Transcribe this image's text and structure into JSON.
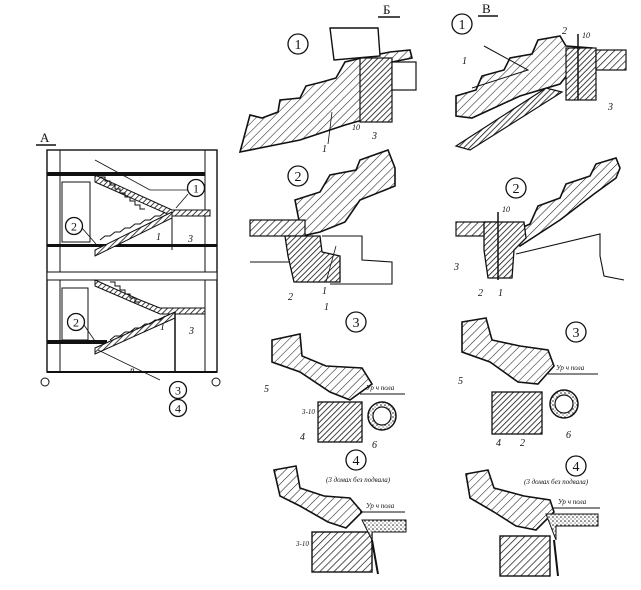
{
  "section_letters": {
    "a": "A",
    "b": "Б",
    "v": "В"
  },
  "left_overview": {
    "callouts": [
      "1",
      "2",
      "2",
      "3",
      "4"
    ],
    "labels": {
      "n1": "1",
      "n3a": "3",
      "n1b": "1",
      "n3b": "3",
      "n": "n"
    }
  },
  "column_b": {
    "d1": {
      "circle": "1",
      "labels": [
        "1",
        "10",
        "3"
      ]
    },
    "d2": {
      "circle": "2",
      "labels": [
        "2",
        "1",
        "1"
      ]
    },
    "d3": {
      "circle": "3",
      "labels": [
        "5",
        "4",
        "6"
      ],
      "level_note": "Ур ч пола",
      "dim": "3-10"
    },
    "d4": {
      "circle": "4",
      "note": "(3 домах без подвала)",
      "level_note": "Ур ч пола",
      "dim": "3-10"
    }
  },
  "column_v": {
    "d1": {
      "circle": "1",
      "labels": [
        "1",
        "2",
        "10",
        "3"
      ]
    },
    "d2": {
      "circle": "2",
      "labels": [
        "10",
        "3",
        "2",
        "1"
      ]
    },
    "d3": {
      "circle": "3",
      "labels": [
        "5",
        "4",
        "2",
        "6"
      ],
      "level_note": "Ур ч пола"
    },
    "d4": {
      "circle": "4",
      "note": "(3 домах без подвала)",
      "level_note": "Ур ч пола"
    }
  },
  "colors": {
    "ink": "#111111",
    "hatch": "#1a1a1a",
    "paper": "#ffffff"
  }
}
